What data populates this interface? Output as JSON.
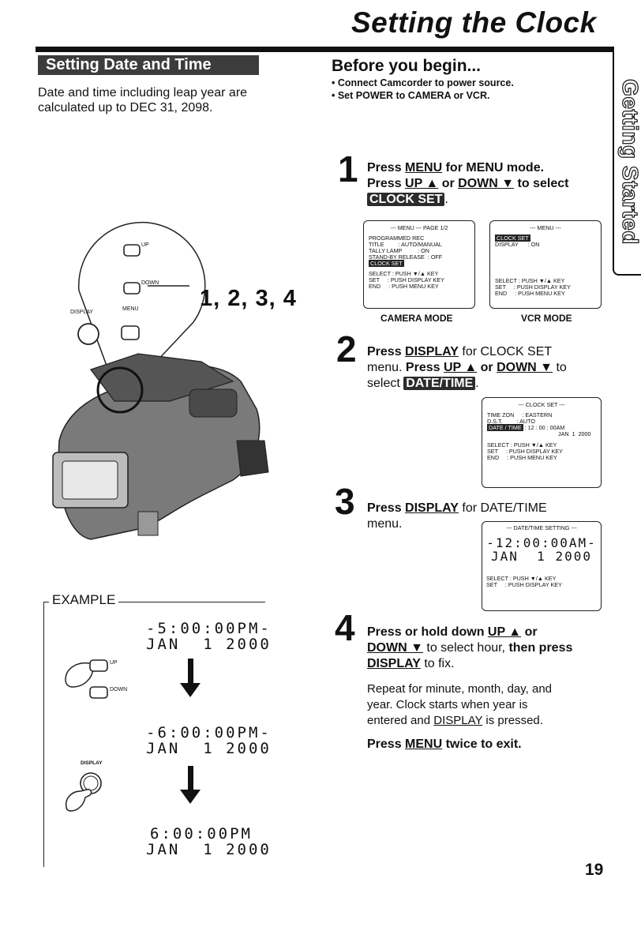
{
  "header": {
    "title": "Setting the Clock",
    "side_tab": "Getting Started",
    "page_number": "19"
  },
  "section": {
    "heading": "Setting Date and Time",
    "intro_line1": "Date and time including leap year are",
    "intro_line2": "calculated up to DEC 31, 2098."
  },
  "before": {
    "title": "Before you begin...",
    "items": [
      "• Connect Camcorder to power source.",
      "• Set POWER to CAMERA or VCR."
    ]
  },
  "camera_diagram": {
    "up_label": "UP",
    "down_label": "DOWN",
    "display_label": "DISPLAY",
    "menu_label": "MENU",
    "callout": "1, 2, 3, 4"
  },
  "step1": {
    "num": "1",
    "t1": "Press ",
    "menu": "MENU",
    "t2": " for MENU mode.",
    "t3": "Press ",
    "up": "UP ▲",
    "t4": " or ",
    "down": "DOWN ▼",
    "t5": " to select",
    "select": "CLOCK SET",
    "t6": "."
  },
  "screen_camera": {
    "header": "--- MENU ---    PAGE 1/2",
    "lines": [
      "PROGRAMMED REC",
      "TITLE         : AUTO/MANUAL",
      "TALLY LAMP          : ON",
      "STAND-BY RELEASE  : OFF"
    ],
    "highlight": "CLOCK SET",
    "select": "SELECT : PUSH ▼/▲ KEY",
    "set": "SET     : PUSH DISPLAY KEY",
    "end": "END     : PUSH MENU KEY",
    "caption": "CAMERA MODE"
  },
  "screen_vcr": {
    "header": "--- MENU ---",
    "highlight": "CLOCK SET",
    "line": "DISPLAY      : ON",
    "select": "SELECT : PUSH ▼/▲ KEY",
    "set": "SET     : PUSH DISPLAY KEY",
    "end": "END     : PUSH MENU KEY",
    "caption": "VCR MODE"
  },
  "step2": {
    "num": "2",
    "t1": "Press ",
    "display": "DISPLAY",
    "t2": " for CLOCK SET",
    "t3": "menu. ",
    "t4": "Press ",
    "up": "UP ▲",
    "t5": " or ",
    "down": "DOWN ▼",
    "t6": " to",
    "t7": "select ",
    "select": "DATE/TIME",
    "t8": "."
  },
  "screen_clock": {
    "header": "--- CLOCK SET ---",
    "l1": "TIME ZON     : EASTERN",
    "l2": "D.S.T.         : AUTO",
    "hl": "DATE / TIME",
    "l3": " : 12 : 00 : 00AM",
    "l4": "JAN  1  2000",
    "select": "SELECT : PUSH ▼/▲ KEY",
    "set": "SET     : PUSH DISPLAY KEY",
    "end": "END     : PUSH MENU KEY"
  },
  "step3": {
    "num": "3",
    "t1": "Press ",
    "display": "DISPLAY",
    "t2": " for DATE/TIME",
    "t3": "menu."
  },
  "screen_dt": {
    "header": "--- DATE/TIME SETTING ---",
    "time": "-12:00:00AM-",
    "date": "JAN  1 2000",
    "select": "SELECT : PUSH ▼/▲ KEY",
    "set": "SET     : PUSH DISPLAY KEY"
  },
  "step4": {
    "num": "4",
    "t1": "Press or hold down ",
    "up": "UP ▲",
    "t2": " or",
    "down": "DOWN ▼",
    "t3": " to select hour, ",
    "t4": "then press",
    "display": "DISPLAY",
    "t5": " to fix.",
    "p2a": "Repeat for minute, month, day, and",
    "p2b": "year. Clock starts when year is",
    "p2c": "entered and ",
    "p2d": "DISPLAY",
    "p2e": " is pressed.",
    "p3a": "Press ",
    "p3b": "MENU",
    "p3c": " twice to exit."
  },
  "example": {
    "label": "EXAMPLE",
    "d1_time": "-5:00:00PM-",
    "d1_date": "JAN  1 2000",
    "d2_time": "-6:00:00PM-",
    "d2_date": "JAN  1 2000",
    "d3_time": "6:00:00PM",
    "d3_date": "JAN  1 2000",
    "up_label": "UP",
    "down_label": "DOWN",
    "display_label": "DISPLAY"
  }
}
